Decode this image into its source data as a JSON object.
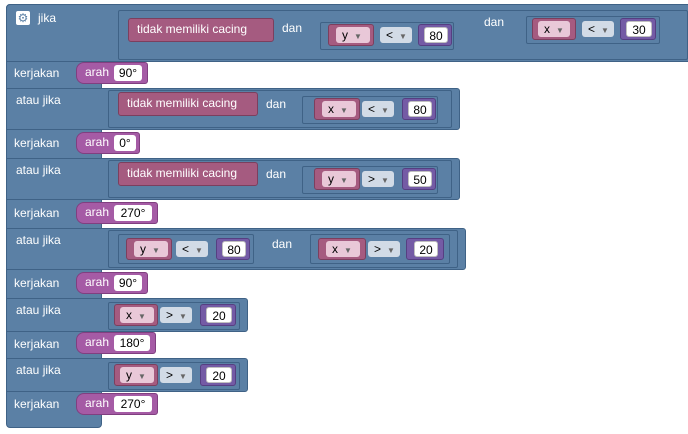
{
  "labels": {
    "if": "jika",
    "do": "kerjakan",
    "elseif": "atau jika",
    "and": "dan",
    "no_worm": "tidak memiliki cacing",
    "direction": "arah"
  },
  "rows": {
    "r1": {
      "v1": "y",
      "op1": "<",
      "n1": "80",
      "v2": "x",
      "op2": "<",
      "n2": "30",
      "dir": "90°"
    },
    "r2": {
      "v1": "x",
      "op1": "<",
      "n1": "80",
      "dir": "0°"
    },
    "r3": {
      "v1": "y",
      "op1": ">",
      "n1": "50",
      "dir": "270°"
    },
    "r4": {
      "v1": "y",
      "op1": "<",
      "n1": "80",
      "v2": "x",
      "op2": ">",
      "n2": "20",
      "dir": "90°"
    },
    "r5": {
      "v1": "x",
      "op1": ">",
      "n1": "20",
      "dir": "180°"
    },
    "r6": {
      "v1": "y",
      "op1": ">",
      "n1": "20",
      "dir": "270°"
    }
  }
}
